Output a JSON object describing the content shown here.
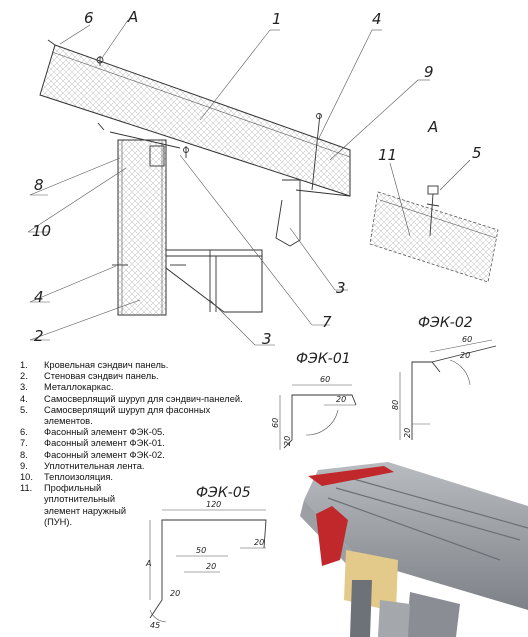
{
  "callouts": {
    "c1": "1",
    "c2": "2",
    "c3a": "3",
    "c3b": "3",
    "c4a": "4",
    "c4b": "4",
    "c5": "5",
    "c6": "6",
    "c7": "7",
    "c8": "8",
    "c9": "9",
    "c10": "10",
    "c11": "11",
    "ca1": "A",
    "ca2": "A"
  },
  "legend": [
    {
      "num": "1.",
      "text": "Кровельная сэндвич панель."
    },
    {
      "num": "2.",
      "text": "Стеновая сэндвич панель."
    },
    {
      "num": "3.",
      "text": "Металлокаркас."
    },
    {
      "num": "4.",
      "text": "Самосверлящий шуруп для сэндвич-панелей."
    },
    {
      "num": "5.",
      "text": "Самосверлящий шуруп для фасонных элементов."
    },
    {
      "num": "6.",
      "text": "Фасонный элемент ФЭК-05."
    },
    {
      "num": "7.",
      "text": "Фасонный элемент ФЭК-01."
    },
    {
      "num": "8.",
      "text": "Фасонный элемент ФЭК-02."
    },
    {
      "num": "9.",
      "text": "Уплотнительная лента."
    },
    {
      "num": "10.",
      "text": "Теплоизоляция."
    },
    {
      "num": "11.",
      "text": "Профильный уплотнительный элемент наружный (ПУН)."
    }
  ],
  "elements": {
    "fek01": {
      "title": "ФЭК-01",
      "d60": "60",
      "d20a": "20",
      "d60v": "60",
      "d20v": "20"
    },
    "fek02": {
      "title": "ФЭК-02",
      "d60": "60",
      "d20a": "20",
      "d80v": "80",
      "d20v": "20"
    },
    "fek05": {
      "title": "ФЭК-05",
      "d120": "120",
      "d20a": "20",
      "d50": "50",
      "d20b": "20",
      "dA": "A",
      "d20c": "20",
      "d45": "45"
    }
  },
  "colors": {
    "roof_metal": "#8f9398",
    "flashing_red": "#c0282b",
    "insulation": "#e3c98a",
    "steel": "#6d7278"
  }
}
